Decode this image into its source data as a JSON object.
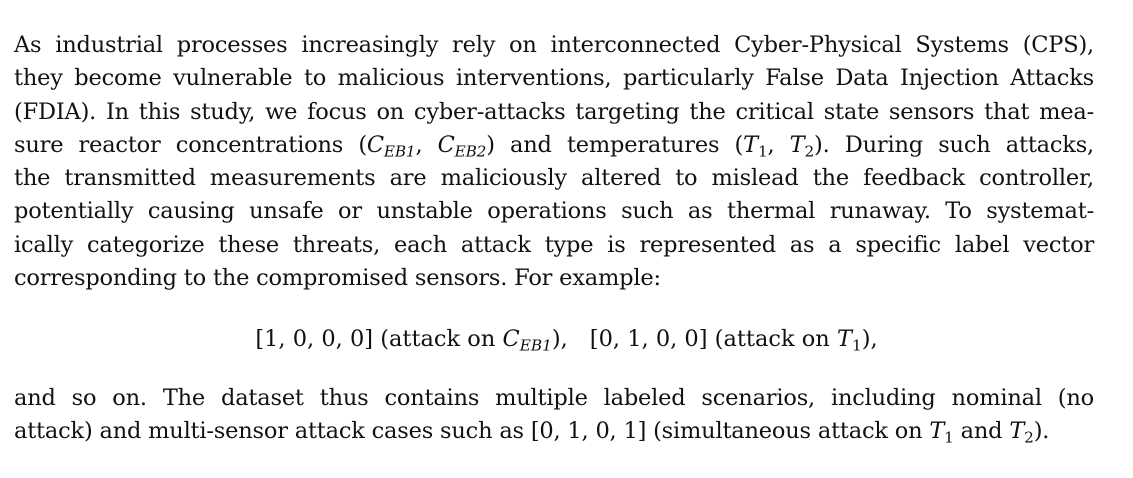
{
  "paragraph_lines": [
    "As industrial processes increasingly rely on interconnected Cyber-Physical Systems (CPS),",
    "they become vulnerable to malicious interventions, particularly False Data Injection Attacks",
    "(FDIA). In this study, we focus on cyber-attacks targeting the critical state sensors that mea-"
  ],
  "line4": {
    "before": "sure reactor concentrations (",
    "var_c": "C",
    "sub_eb1": "EB1",
    "comma1": ", ",
    "sub_eb2": "EB2",
    "mid": ") and temperatures (",
    "var_t": "T",
    "sub_1": "1",
    "comma2": ", ",
    "sub_2": "2",
    "after": ").  During such attacks,"
  },
  "paragraph_lines_cont": [
    "the transmitted measurements are maliciously altered to mislead the feedback controller,",
    "potentially causing unsafe or unstable operations such as thermal runaway.  To systemat-",
    "ically categorize these threats, each attack type is represented as a specific label vector",
    "corresponding to the compromised sensors. For example:"
  ],
  "display": {
    "vector1": "[1, 0, 0, 0]",
    "attack1_prefix": " (attack on ",
    "attack1_var": "C",
    "attack1_sub": "EB1",
    "attack1_suffix": "),",
    "vector2": "[0, 1, 0, 0]",
    "attack2_prefix": " (attack on ",
    "attack2_var": "T",
    "attack2_sub": "1",
    "attack2_suffix": "),"
  },
  "closing_line1": "and so on.  The dataset thus contains multiple labeled scenarios, including nominal (no",
  "closing_line2": {
    "before": "attack) and multi-sensor attack cases such as [0, 1, 0, 1] (simultaneous attack on ",
    "var_t1": "T",
    "sub_1": "1",
    "and": " and ",
    "var_t2": "T",
    "sub_2": "2",
    "after": ")."
  }
}
